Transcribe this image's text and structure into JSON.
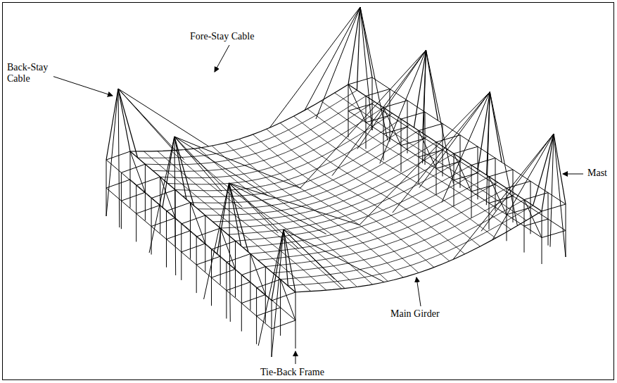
{
  "diagram": {
    "labels": [
      "Fore-Stay Cable",
      "Back-Stay Cable",
      "Mast",
      "Main Girder",
      "Tie-Back Frame"
    ]
  }
}
